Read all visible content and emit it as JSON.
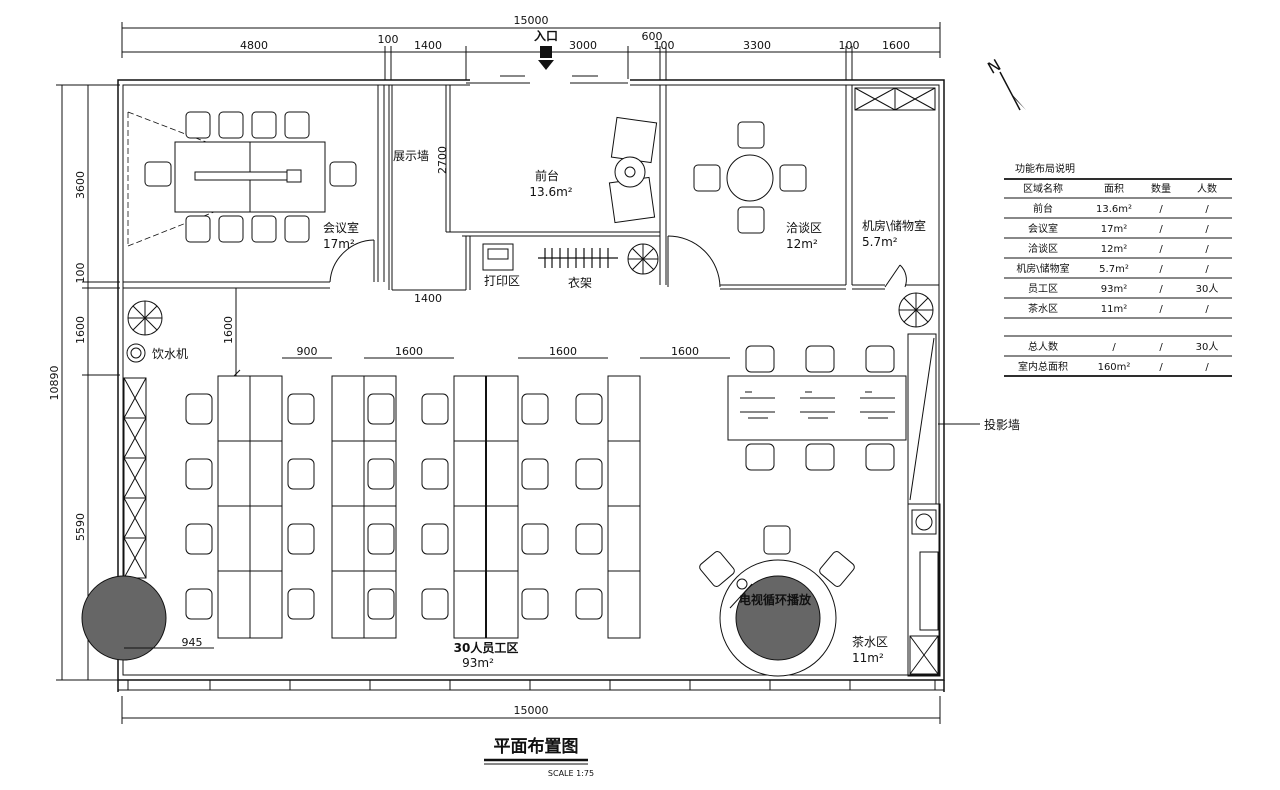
{
  "north": "N",
  "entrance": "入口",
  "dims_top": {
    "total": "15000",
    "d1": "4800",
    "d2": "100",
    "d3": "1400",
    "d4": "3000",
    "d5": "600",
    "d6": "100",
    "d7": "3300",
    "d8": "100",
    "d9": "1600"
  },
  "dims_left": {
    "total": "10890",
    "d1": "3600",
    "d2": "100",
    "d3": "1600",
    "d4": "5590"
  },
  "dims_bottom": {
    "total": "15000"
  },
  "dims_inner": {
    "wall_2700": "2700",
    "print_1400": "1400",
    "corridor_1600": "1600",
    "gap_900": "900",
    "desk_1600a": "1600",
    "desk_1600b": "1600",
    "desk_1600c": "1600",
    "gap_945": "945"
  },
  "rooms": {
    "meeting": {
      "name": "会议室",
      "area": "17m²"
    },
    "display_wall": "展示墙",
    "reception": {
      "name": "前台",
      "area": "13.6m²"
    },
    "negotiation": {
      "name": "洽谈区",
      "area": "12m²"
    },
    "server": {
      "name": "机房\\储物室",
      "area": "5.7m²"
    },
    "print": "打印区",
    "coat": "衣架",
    "water": "饮水机",
    "staff": {
      "name": "30人员工区",
      "area": "93m²"
    },
    "tea": {
      "name": "茶水区",
      "area": "11m²"
    },
    "tv": "电视循环播放",
    "projection": "投影墙"
  },
  "legend_table": {
    "title": "功能布局说明",
    "headers": [
      "区域名称",
      "面积",
      "数量",
      "人数"
    ],
    "rows": [
      [
        "前台",
        "13.6m²",
        "/",
        "/"
      ],
      [
        "会议室",
        "17m²",
        "/",
        "/"
      ],
      [
        "洽谈区",
        "12m²",
        "/",
        "/"
      ],
      [
        "机房\\储物室",
        "5.7m²",
        "/",
        "/"
      ],
      [
        "员工区",
        "93m²",
        "/",
        "30人"
      ],
      [
        "茶水区",
        "11m²",
        "/",
        "/"
      ]
    ],
    "summary": [
      [
        "总人数",
        "/",
        "/",
        "30人"
      ],
      [
        "室内总面积",
        "160m²",
        "/",
        "/"
      ]
    ]
  },
  "plan_title": "平面布置图",
  "scale": "SCALE 1:75"
}
